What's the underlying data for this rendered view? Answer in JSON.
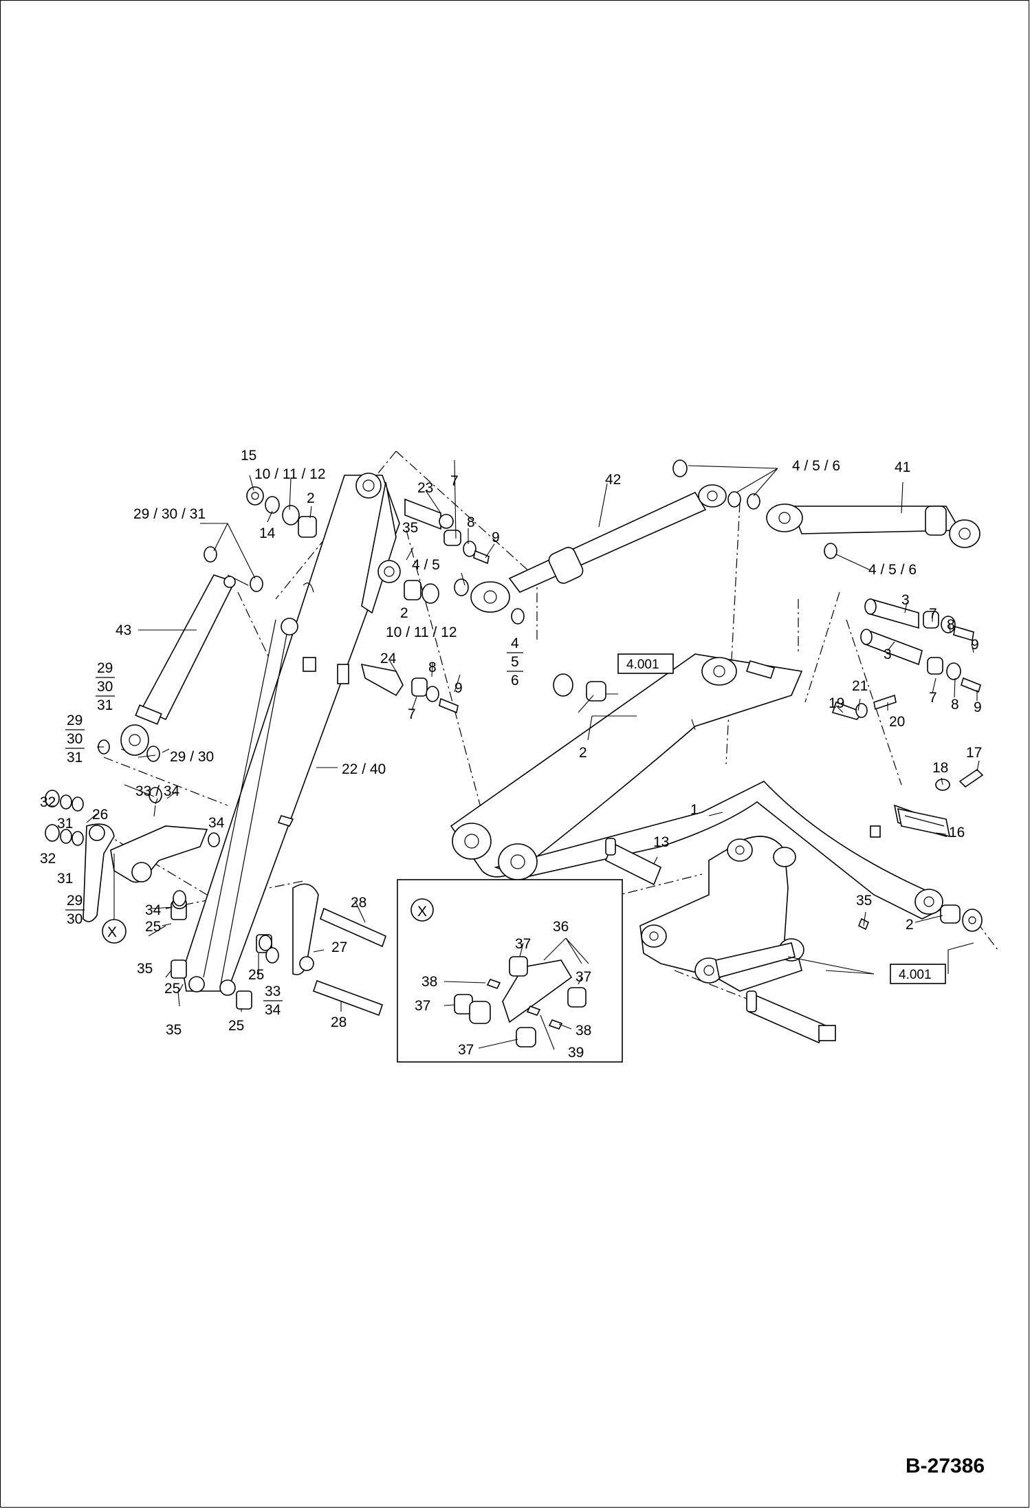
{
  "drawing_number": "B-27386",
  "detail_view": {
    "marker": "X"
  },
  "callouts": {
    "c15": "15",
    "c10_11_12_top": "10 / 11 / 12",
    "c2_top": "2",
    "c14": "14",
    "c29_30_31_top": "29 / 30 / 31",
    "c23": "23",
    "c7_a": "7",
    "c8_a": "8",
    "c9_a": "9",
    "c35_a": "35",
    "c4_5_a": "4 / 5",
    "c2_b": "2",
    "c10_11_12_b": "10 / 11 / 12",
    "c42": "42",
    "c4_5_6_a": "4 / 5 / 6",
    "c41": "41",
    "c4_5_6_b": "4 / 5 / 6",
    "c43": "43",
    "c24": "24",
    "c8_b": "8",
    "c9_b": "9",
    "c7_b": "7",
    "c3_a": "3",
    "c7_c": "7",
    "c8_c": "8",
    "c9_c": "9",
    "c3_b": "3",
    "c7_d": "7",
    "c8_d": "8",
    "c9_d": "9",
    "c21": "21",
    "c19": "19",
    "c20": "20",
    "c2_c": "2",
    "c22_40": "22 / 40",
    "c29_30_b": "29 / 30",
    "c32_a": "32",
    "c31_a": "31",
    "c26": "26",
    "c33_34_a": "33 / 34",
    "c34_a": "34",
    "c32_b": "32",
    "c31_b": "31",
    "c1": "1",
    "c17": "17",
    "c18": "18",
    "c16": "16",
    "c13": "13",
    "c34_b": "34",
    "c25_a": "25",
    "c35_b": "35",
    "c28_a": "28",
    "c27": "27",
    "c25_b": "25",
    "c25_c": "25",
    "c25_d": "25",
    "c35_c": "35",
    "c28_b": "28",
    "c35_d": "35",
    "c2_d": "2",
    "c36": "36",
    "c37_a": "37",
    "c37_b": "37",
    "c38_a": "38",
    "c37_c": "37",
    "c38_b": "38",
    "c37_d": "37",
    "c39": "39"
  },
  "fractions": {
    "f29_30_31": [
      "29",
      "30",
      "31"
    ],
    "f29_30_31_b": [
      "29",
      "30",
      "31"
    ],
    "f29_30": [
      "29",
      "30"
    ],
    "f4_5_6": [
      "4",
      "5",
      "6"
    ],
    "f33_34": [
      "33",
      "34"
    ]
  },
  "references": {
    "ref_a": "4.001",
    "ref_b": "4.001"
  }
}
